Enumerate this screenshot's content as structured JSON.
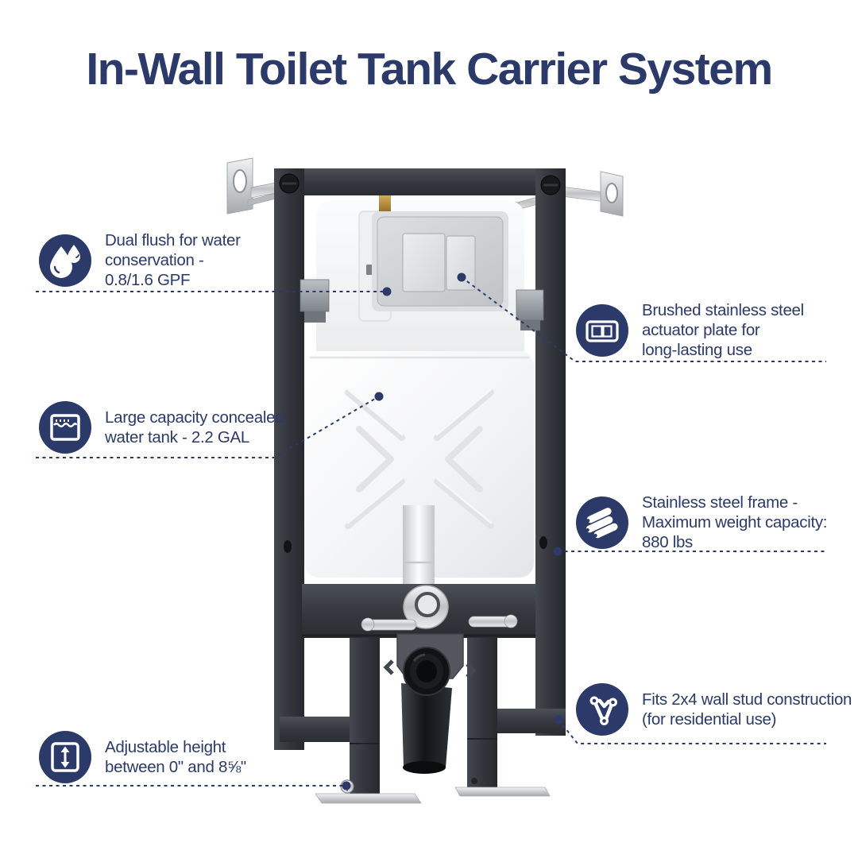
{
  "title": "In-Wall Toilet Tank Carrier System",
  "colors": {
    "navy_accent": "#2b3a68",
    "frame_charcoal": "#34383e",
    "tank_white": "#f4f5f6",
    "plate_silver": "#ced2d5",
    "drain_black": "#15171a",
    "brass_fitting": "#b08c3a",
    "chrome": "#d6d8da"
  },
  "callouts": {
    "left": [
      {
        "icon": "water-drops-icon",
        "lines": [
          "Dual flush for water",
          "conservation -",
          "0.8/1.6 GPF"
        ]
      },
      {
        "icon": "water-tank-icon",
        "lines": [
          "Large capacity concealed",
          "water tank - 2.2 GAL"
        ]
      },
      {
        "icon": "height-adjustable-icon",
        "lines": [
          "Adjustable height",
          "between 0\" and 8⅝\""
        ]
      }
    ],
    "right": [
      {
        "icon": "actuator-plate-icon",
        "lines": [
          "Brushed stainless steel",
          "actuator plate for",
          "long-lasting use"
        ]
      },
      {
        "icon": "steel-tubes-icon",
        "lines": [
          "Stainless steel frame -",
          "Maximum weight capacity:",
          "880 lbs"
        ]
      },
      {
        "icon": "wall-stud-icon",
        "lines": [
          "Fits 2x4 wall stud construction",
          "(for residential use)"
        ]
      }
    ]
  }
}
